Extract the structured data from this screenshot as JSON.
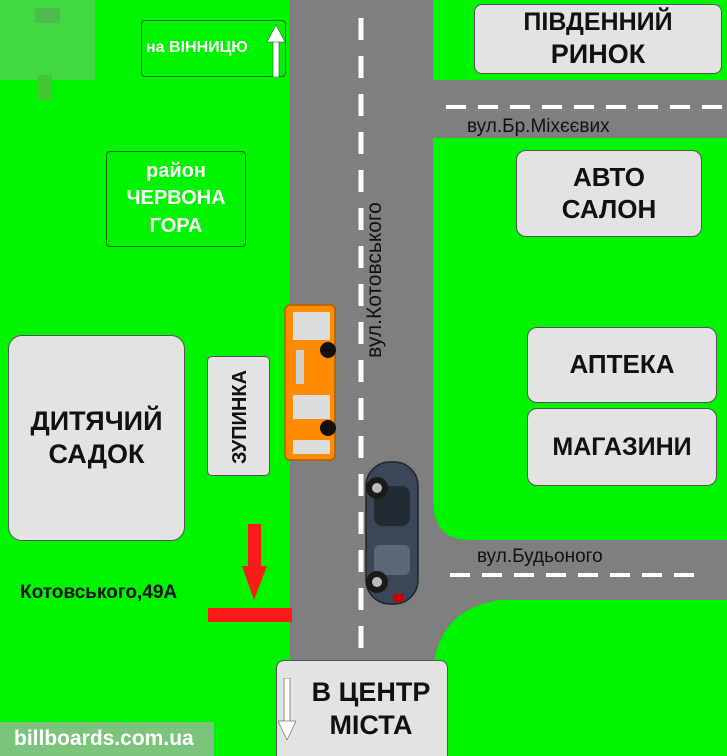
{
  "labels": {
    "south_market_1": "ПІВДЕННИЙ",
    "south_market_2": "РИНОК",
    "street_mikheevykh": "вул.Бр.Міхєєвих",
    "auto_1": "АВТО",
    "auto_2": "САЛОН",
    "pharmacy": "АПТЕКА",
    "shops": "МАГАЗИНИ",
    "street_budyonnogo": "вул.Будьоного",
    "street_kotovskogo": "вул.Котовського",
    "to_vinnytsia": "на ВІННИЦЮ",
    "district_1": "район",
    "district_2": "ЧЕРВОНА",
    "district_3": "ГОРА",
    "bus_stop": "ЗУПИНКА",
    "kindergarten_1": "ДИТЯЧИЙ",
    "kindergarten_2": "САДОК",
    "address": "Котовського,49А",
    "center_1": "В ЦЕНТР",
    "center_2": "МІСТА",
    "watermark": "billboards.com.ua"
  },
  "colors": {
    "grass": "#00f400",
    "road": "#7f7f7f",
    "label_box": "#e3e3e3",
    "marker": "#ff1a1a",
    "bus": "#ff8c00",
    "car": "#3b4756"
  },
  "icons": {
    "direction_up": "arrow-up-icon",
    "direction_down": "arrow-down-icon",
    "location": "arrow-down-marker-icon",
    "bus": "bus-icon",
    "car": "car-icon"
  }
}
